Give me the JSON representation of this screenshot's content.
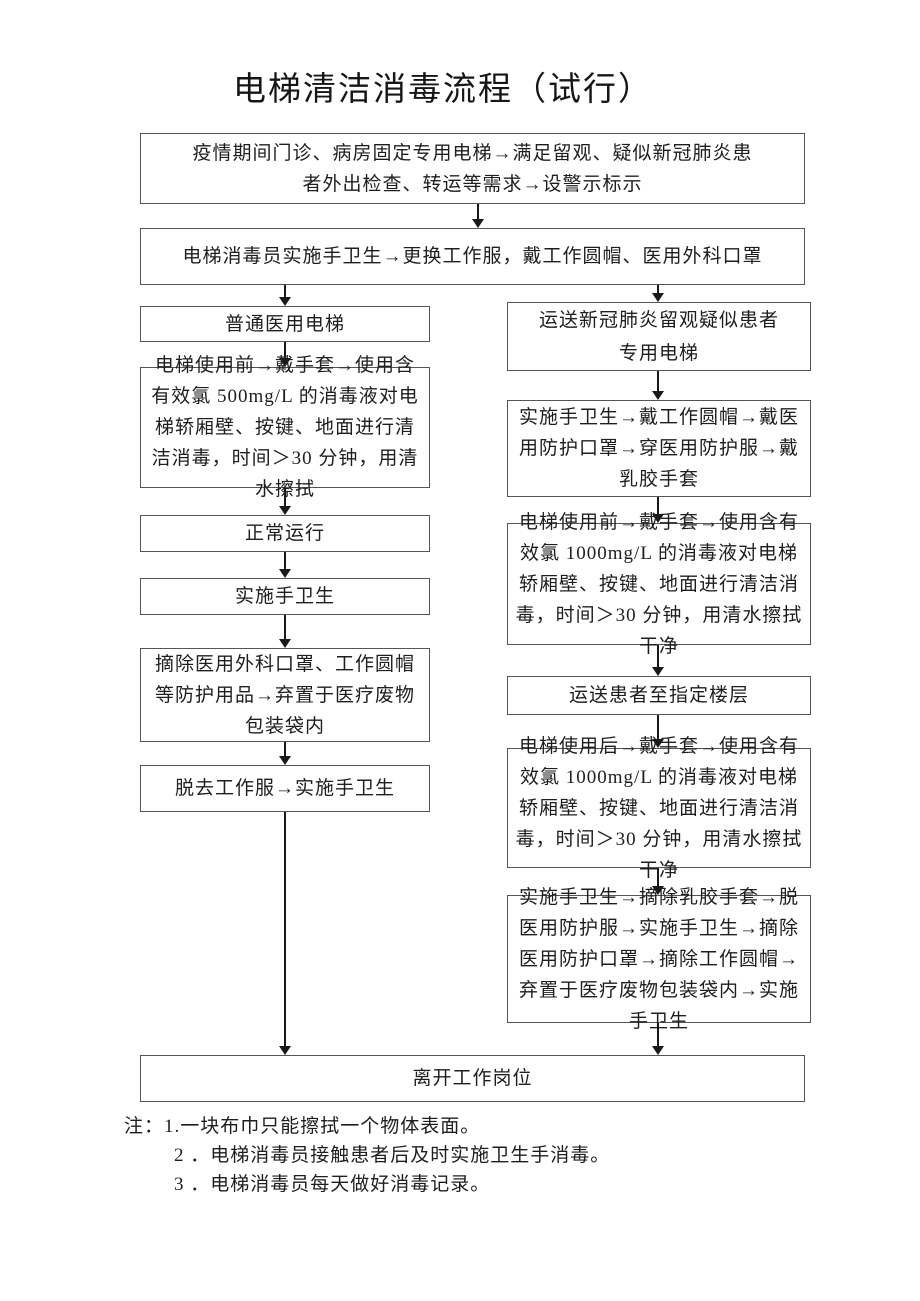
{
  "title": "电梯清洁消毒流程（试行）",
  "flow": {
    "box_start": "疫情期间门诊、病房固定专用电梯→满足留观、疑似新冠肺炎患者外出检查、转运等需求→设警示标示",
    "box_prepare": "电梯消毒员实施手卫生→更换工作服，戴工作圆帽、医用外科口罩",
    "left": {
      "header": "普通医用电梯",
      "steps": [
        "电梯使用前→戴手套→使用含有效氯 500mg/L 的消毒液对电梯轿厢壁、按键、地面进行清洁消毒，时间＞30 分钟，用清水擦拭",
        "正常运行",
        "实施手卫生",
        "摘除医用外科口罩、工作圆帽等防护用品→弃置于医疗废物包装袋内",
        "脱去工作服→实施手卫生"
      ]
    },
    "right": {
      "header": "运送新冠肺炎留观疑似患者专用电梯",
      "steps": [
        "实施手卫生→戴工作圆帽→戴医用防护口罩→穿医用防护服→戴乳胶手套",
        "电梯使用前→戴手套→使用含有效氯 1000mg/L 的消毒液对电梯轿厢壁、按键、地面进行清洁消毒，时间＞30 分钟，用清水擦拭干净",
        "运送患者至指定楼层",
        "电梯使用后→戴手套→使用含有效氯 1000mg/L 的消毒液对电梯轿厢壁、按键、地面进行清洁消毒，时间＞30 分钟，用清水擦拭干净",
        "实施手卫生→摘除乳胶手套→脱医用防护服→实施手卫生→摘除医用防护口罩→摘除工作圆帽→弃置于医疗废物包装袋内→实施手卫生"
      ]
    },
    "box_end": "离开工作岗位"
  },
  "notes": {
    "prefix": "注：",
    "items": [
      "1.一块布巾只能擦拭一个物体表面。",
      "2 ．电梯消毒员接触患者后及时实施卫生手消毒。",
      "3 ．电梯消毒员每天做好消毒记录。"
    ]
  },
  "colors": {
    "background": "#ffffff",
    "box_border": "#555555",
    "arrow": "#191919",
    "text": "#1e1e1e"
  }
}
